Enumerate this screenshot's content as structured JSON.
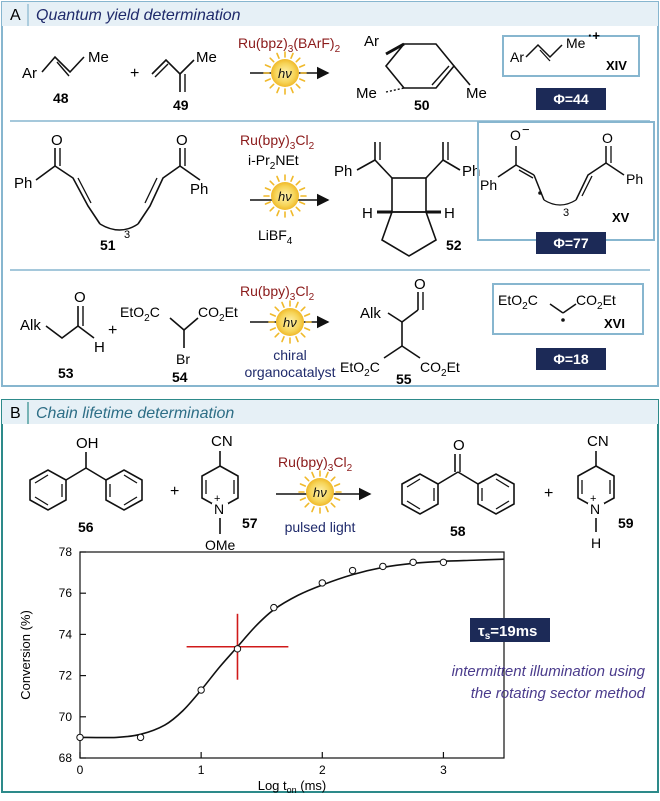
{
  "panel_a": {
    "letter": "A",
    "title": "Quantum yield determination",
    "row1": {
      "ar": "Ar",
      "me": "Me",
      "plus": "+",
      "me_b": "Me",
      "catalyst": "Ru(bpz)",
      "cat_sub1": "3",
      "cat_tail": "(BArF)",
      "cat_sub2": "2",
      "hv": "hν",
      "prod_ar": "Ar",
      "prod_me1": "Me",
      "prod_me2": "Me",
      "c48": "48",
      "c49": "49",
      "c50": "50",
      "int_ar": "Ar",
      "int_me": "Me",
      "int_charge": "·+",
      "int_id": "XIV",
      "phi": "Φ=44"
    },
    "row2": {
      "ph1": "Ph",
      "ph2": "Ph",
      "o1": "O",
      "o2": "O",
      "n_sub": "3",
      "catalyst": "Ru(bpy)",
      "cat_sub": "3",
      "cat_tail": "Cl",
      "cat_sub2": "2",
      "amine": "i-Pr",
      "amine_sub": "2",
      "amine_tail": "NEt",
      "hv": "hν",
      "additive": "LiBF",
      "additive_sub": "4",
      "prod_ph1": "Ph",
      "prod_ph2": "Ph",
      "h1": "H",
      "h2": "H",
      "c51": "51",
      "c52": "52",
      "int_o": "O",
      "int_minus": "−",
      "int_ph1": "Ph",
      "int_ph2": "Ph",
      "int_o2": "O",
      "int_sub": "3",
      "int_id": "XV",
      "phi": "Φ=77"
    },
    "row3": {
      "alk": "Alk",
      "o": "O",
      "h": "H",
      "plus": "+",
      "eto2c": "EtO",
      "eto2c_sub": "2",
      "eto2c_tail": "C",
      "co2et": "CO",
      "co2et_sub": "2",
      "co2et_tail": "Et",
      "br": "Br",
      "catalyst": "Ru(bpy)",
      "cat_sub": "3",
      "cat_tail": "Cl",
      "cat_sub2": "2",
      "hv": "hν",
      "organo1": "chiral",
      "organo2": "organocatalyst",
      "prod_alk": "Alk",
      "prod_o": "O",
      "prod_eto2c": "EtO",
      "prod_eto2c_sub": "2",
      "prod_eto2c_tail": "C",
      "prod_co2et": "CO",
      "prod_co2et_sub": "2",
      "prod_co2et_tail": "Et",
      "c53": "53",
      "c54": "54",
      "c55": "55",
      "int_left": "EtO",
      "int_left_sub": "2",
      "int_left_tail": "C",
      "int_right": "CO",
      "int_right_sub": "2",
      "int_right_tail": "Et",
      "int_id": "XVI",
      "phi": "Φ=18"
    }
  },
  "panel_b": {
    "letter": "B",
    "title": "Chain lifetime determination",
    "reaction": {
      "oh": "OH",
      "plus1": "+",
      "cn1": "CN",
      "nplus": "+",
      "n1": "N",
      "ome": "OMe",
      "catalyst": "Ru(bpy)",
      "cat_sub": "3",
      "cat_tail": "Cl",
      "cat_sub2": "2",
      "hv": "hν",
      "light": "pulsed light",
      "o": "O",
      "plus2": "+",
      "cn2": "CN",
      "nplus2": "+",
      "n2": "N",
      "h": "H",
      "c56": "56",
      "c57": "57",
      "c58": "58",
      "c59": "59"
    },
    "tau": "τ",
    "tau_sub": "s",
    "tau_tail": "=19ms",
    "note_line1": "intermittent illumination using",
    "note_line2": "the rotating sector method"
  },
  "chart_data": {
    "type": "scatter",
    "title": "",
    "xlabel": "Log t",
    "xlabel_sub": "on",
    "xlabel_unit": " (ms)",
    "ylabel": "Conversion (%)",
    "xlim": [
      0,
      3.5
    ],
    "ylim": [
      68,
      78
    ],
    "xticks": [
      0,
      1,
      2,
      3
    ],
    "yticks": [
      68,
      70,
      72,
      74,
      76,
      78
    ],
    "points": [
      {
        "x": 0.0,
        "y": 69.0
      },
      {
        "x": 0.5,
        "y": 69.0
      },
      {
        "x": 1.0,
        "y": 71.3
      },
      {
        "x": 1.3,
        "y": 73.3
      },
      {
        "x": 1.6,
        "y": 75.3
      },
      {
        "x": 2.0,
        "y": 76.5
      },
      {
        "x": 2.25,
        "y": 77.1
      },
      {
        "x": 2.5,
        "y": 77.3
      },
      {
        "x": 2.75,
        "y": 77.5
      },
      {
        "x": 3.0,
        "y": 77.5
      }
    ],
    "curve": [
      {
        "x": 0.0,
        "y": 69.0
      },
      {
        "x": 0.3,
        "y": 69.0
      },
      {
        "x": 0.5,
        "y": 69.15
      },
      {
        "x": 0.7,
        "y": 69.6
      },
      {
        "x": 0.85,
        "y": 70.3
      },
      {
        "x": 1.0,
        "y": 71.3
      },
      {
        "x": 1.15,
        "y": 72.4
      },
      {
        "x": 1.3,
        "y": 73.4
      },
      {
        "x": 1.45,
        "y": 74.4
      },
      {
        "x": 1.6,
        "y": 75.2
      },
      {
        "x": 1.8,
        "y": 75.9
      },
      {
        "x": 2.0,
        "y": 76.4
      },
      {
        "x": 2.25,
        "y": 76.9
      },
      {
        "x": 2.5,
        "y": 77.25
      },
      {
        "x": 2.75,
        "y": 77.45
      },
      {
        "x": 3.0,
        "y": 77.55
      },
      {
        "x": 3.25,
        "y": 77.6
      },
      {
        "x": 3.5,
        "y": 77.65
      }
    ],
    "crosshair": {
      "x": 1.3,
      "y": 73.4,
      "dx": 0.42,
      "dy": 1.6
    }
  },
  "colors": {
    "panel_a_frame": "#87b6cf",
    "panel_b_frame": "#2d8a8a",
    "panel_b_header_bg": "#e6f0f6",
    "badge_bg": "#1c2a57",
    "catalyst_red": "#8b1a1a",
    "sun_yellow": "#f2c230",
    "crosshair_red": "#d01a1a",
    "note_purple": "#4a3b8c"
  }
}
